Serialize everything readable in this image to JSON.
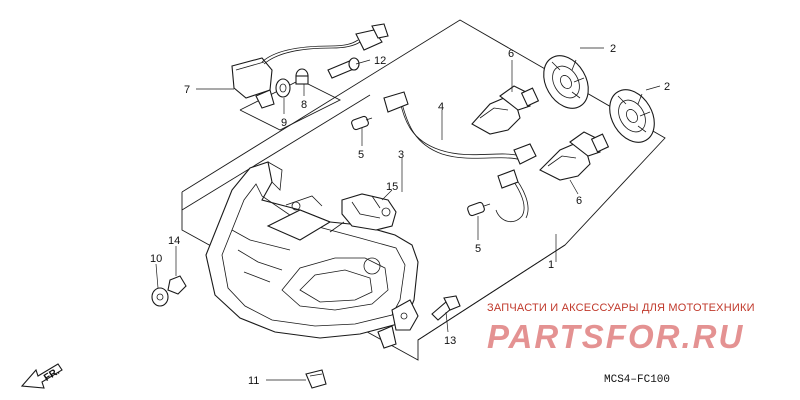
{
  "callouts": {
    "c1": "1",
    "c2a": "2",
    "c2b": "2",
    "c3": "3",
    "c4": "4",
    "c5a": "5",
    "c5b": "5",
    "c6a": "6",
    "c6b": "6",
    "c7": "7",
    "c8": "8",
    "c9": "9",
    "c10": "10",
    "c11": "11",
    "c12": "12",
    "c13": "13",
    "c14": "14",
    "c15": "15"
  },
  "direction_label": "FR.",
  "watermark": {
    "tagline": "ЗАПЧАСТИ И АКСЕССУАРЫ ДЛЯ МОТОТЕХНИКИ",
    "brand": "PARTSFOR.RU"
  },
  "diagram_code": "MCS4–FC100",
  "colors": {
    "line": "#1a1a1a",
    "watermark_text": "#c0392b",
    "watermark_brand": "#e08080"
  }
}
